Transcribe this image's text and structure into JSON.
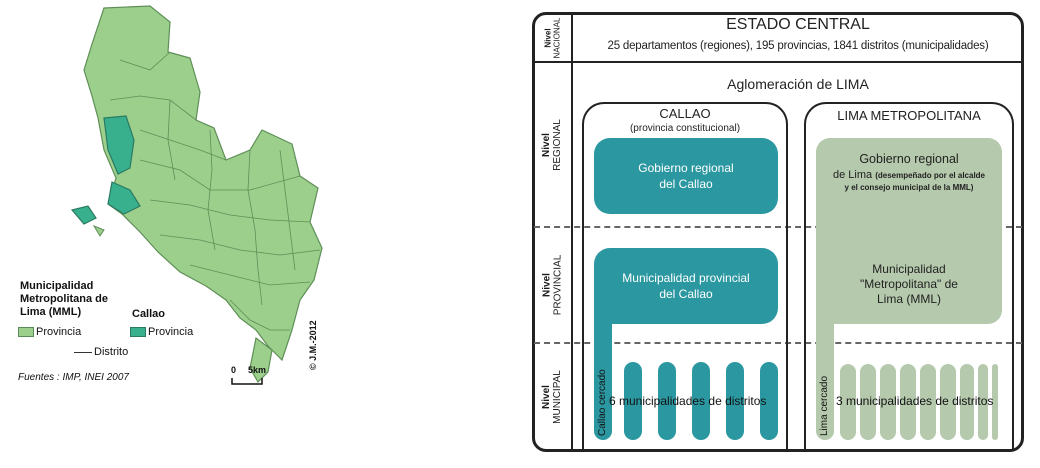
{
  "legend": {
    "mml_title": "Municipalidad Metropolitana de Lima (MML)",
    "mml_line1": "Municipalidad",
    "mml_line2": "Metropolitana  de",
    "mml_line3": "Lima (MML)",
    "mml_provincia": "Provincia",
    "callao_title": "Callao",
    "callao_provincia": "Provincia",
    "distrito": "Distrito",
    "fuentes": "Fuentes : IMP, INEI 2007",
    "scale_zero": "0",
    "scale_km": "5km",
    "copyright": "© J.M.-2012"
  },
  "colors": {
    "map_fill": "#9ccf8c",
    "callao_fill": "#38b08e",
    "teal": "#2b97a1",
    "sage": "#b5c9ac"
  },
  "diagram": {
    "levels": {
      "nacional": {
        "line1": "Nivel",
        "line2": "NACIONAL"
      },
      "regional": {
        "line1": "Nivel",
        "line2": "REGIONAL"
      },
      "provincial": {
        "line1": "Nivel",
        "line2": "PROVINCIAL"
      },
      "municipal": {
        "line1": "Nivel",
        "line2": "MUNICIPAL"
      }
    },
    "estado_central": "ESTADO CENTRAL",
    "estado_detail": "25 departamentos (regiones), 195 provincias, 1841 distritos (municipalidades)",
    "aglomeracion": "Aglomeración de LIMA",
    "callao": {
      "title": "CALLAO",
      "subtitle": "(provincia constitucional)",
      "gobierno_line1": "Gobierno regional",
      "gobierno_line2": "del Callao",
      "muni_line1": "Municipalidad provincial",
      "muni_line2": "del Callao",
      "cercado": "Callao cercado",
      "distritos": "6 municipalidades de distritos"
    },
    "lima": {
      "title": "LIMA METROPOLITANA",
      "gobierno_line1": "Gobierno regional",
      "gobierno_line2": "de Lima",
      "gobierno_note1": "(desempeñado por el alcalde",
      "gobierno_note2": "y el consejo municipal de la MML)",
      "muni_line1": "Municipalidad",
      "muni_line2": "\"Metropolitana\" de",
      "muni_line3": "Lima (MML)",
      "cercado": "Lima cercado",
      "distritos": "3 municipalidades de distritos"
    }
  }
}
